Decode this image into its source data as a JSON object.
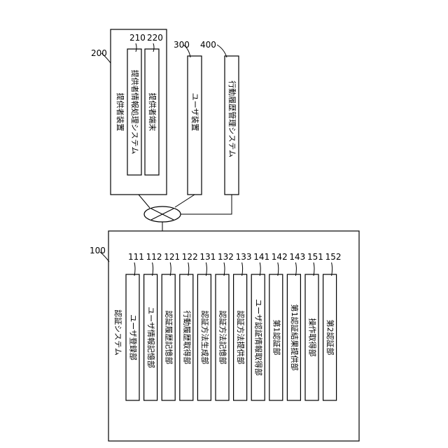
{
  "provider_device": {
    "ref": "200",
    "label": "提供者装置",
    "subsystems": [
      {
        "ref": "210",
        "label": "提供者情報処理システム"
      },
      {
        "ref": "220",
        "label": "提供者端末"
      }
    ]
  },
  "user_device": {
    "ref": "300",
    "label": "ユーザ装置"
  },
  "history_system": {
    "ref": "400",
    "label": "行動履歴管理システム"
  },
  "auth_system": {
    "ref": "100",
    "label": "認証システム",
    "units": [
      {
        "ref": "111",
        "label": "ユーザ登録部"
      },
      {
        "ref": "112",
        "label": "ユーザ情報記憶部"
      },
      {
        "ref": "121",
        "label": "認証履歴記憶部"
      },
      {
        "ref": "122",
        "label": "行動履歴取得部"
      },
      {
        "ref": "131",
        "label": "認証方法生成部"
      },
      {
        "ref": "132",
        "label": "認証方法記憶部"
      },
      {
        "ref": "133",
        "label": "認証方法提供部"
      },
      {
        "ref": "141",
        "label": "ユーザ認証情報取得部"
      },
      {
        "ref": "142",
        "label": "第1認証部"
      },
      {
        "ref": "143",
        "label": "第1認証結果提供部"
      },
      {
        "ref": "151",
        "label": "操作取得部"
      },
      {
        "ref": "152",
        "label": "第2認証部"
      }
    ]
  }
}
